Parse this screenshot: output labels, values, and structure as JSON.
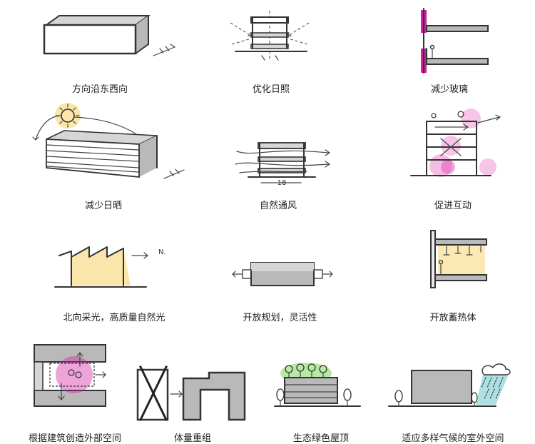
{
  "colors": {
    "ink": "#333333",
    "gray": "#b9b9b9",
    "magenta": "#d21fa0",
    "sun_yellow": "#f5c542",
    "green": "#7ad85a",
    "rain_teal": "#5bc2c8"
  },
  "items": [
    {
      "label": "方向沿东西向"
    },
    {
      "label": "优化日照"
    },
    {
      "label": "减少玻璃"
    },
    {
      "label": "减少日晒"
    },
    {
      "label": "自然通风",
      "dimension": "18"
    },
    {
      "label": "促进互动"
    },
    {
      "label": "北向采光，高质量自然光",
      "north_marker": "N."
    },
    {
      "label": "开放规划，灵活性"
    },
    {
      "label": "开放蓄热体"
    },
    {
      "label": "根据建筑创造外部空间"
    },
    {
      "label": "体量重组"
    },
    {
      "label": "生态绿色屋顶"
    },
    {
      "label": "适应多样气候的室外空间"
    }
  ]
}
